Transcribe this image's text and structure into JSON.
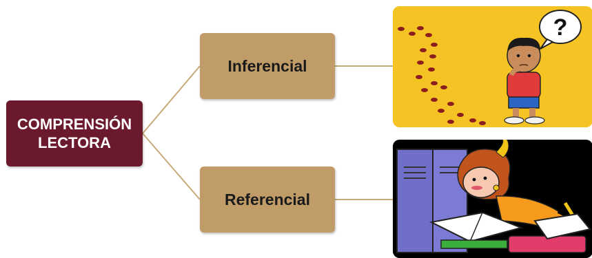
{
  "diagram": {
    "root": {
      "line1": "COMPRENSIÓN",
      "line2": "LECTORA"
    },
    "children": [
      {
        "label": "Inferencial",
        "illustration": "boy-footprints-question-illustration"
      },
      {
        "label": "Referencial",
        "illustration": "girl-reading-books-illustration"
      }
    ],
    "colors": {
      "root_fill": "#6b1a2e",
      "child_fill": "#c09c68",
      "connector": "#c8a979",
      "pic_yellow": "#f6c324"
    },
    "question_mark": "?"
  }
}
